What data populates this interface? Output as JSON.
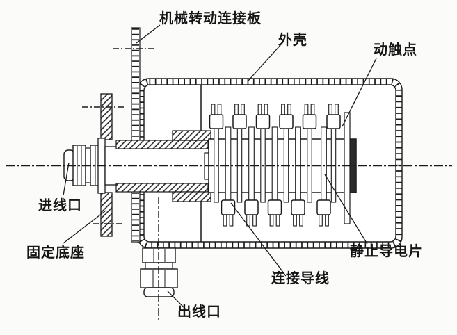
{
  "figure": {
    "kind": "technical cross-section diagram of a rotary electrical connector",
    "background_color": "#fbfbf9",
    "line_color": "#1a1a1a"
  },
  "labels": {
    "connection_plate": "机械转动连接板",
    "housing": "外壳",
    "moving_contact": "动触点",
    "wire_inlet": "进线口",
    "fixed_base": "固定底座",
    "wire_outlet": "出线口",
    "connecting_wire": "连接导线",
    "static_conductive_plate": "静止导电片"
  },
  "components": {
    "top_contact_count": 6,
    "bottom_contact_count": 5,
    "notes": "housing with hatched walls, flanged base plate, threaded shaft with inlet cable gland on left, outlet cable gland on bottom, rotor drum with interleaved contact strips inside"
  }
}
